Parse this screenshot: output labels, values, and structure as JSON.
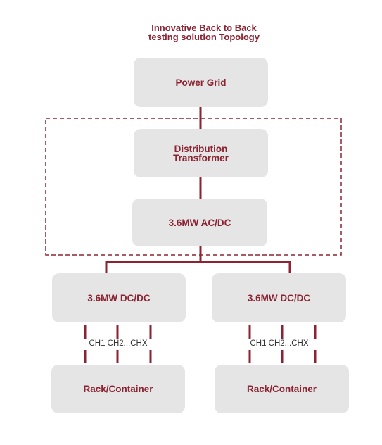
{
  "title": {
    "line1": "Innovative Back to Back",
    "line2": "testing solution Topology"
  },
  "nodes": {
    "power_grid": "Power Grid",
    "distribution_transformer": {
      "line1": "Distribution",
      "line2": "Transformer"
    },
    "ac_dc": "3.6MW AC/DC",
    "dc_dc_left": "3.6MW DC/DC",
    "dc_dc_right": "3.6MW DC/DC",
    "rack_left": "Rack/Container",
    "rack_right": "Rack/Container"
  },
  "channels": {
    "left": "CH1 CH2...CHX",
    "right": "CH1 CH2...CHX"
  },
  "colors": {
    "accent": "#8b2332",
    "box_fill": "#e6e5e5",
    "channel_text": "#333333"
  }
}
